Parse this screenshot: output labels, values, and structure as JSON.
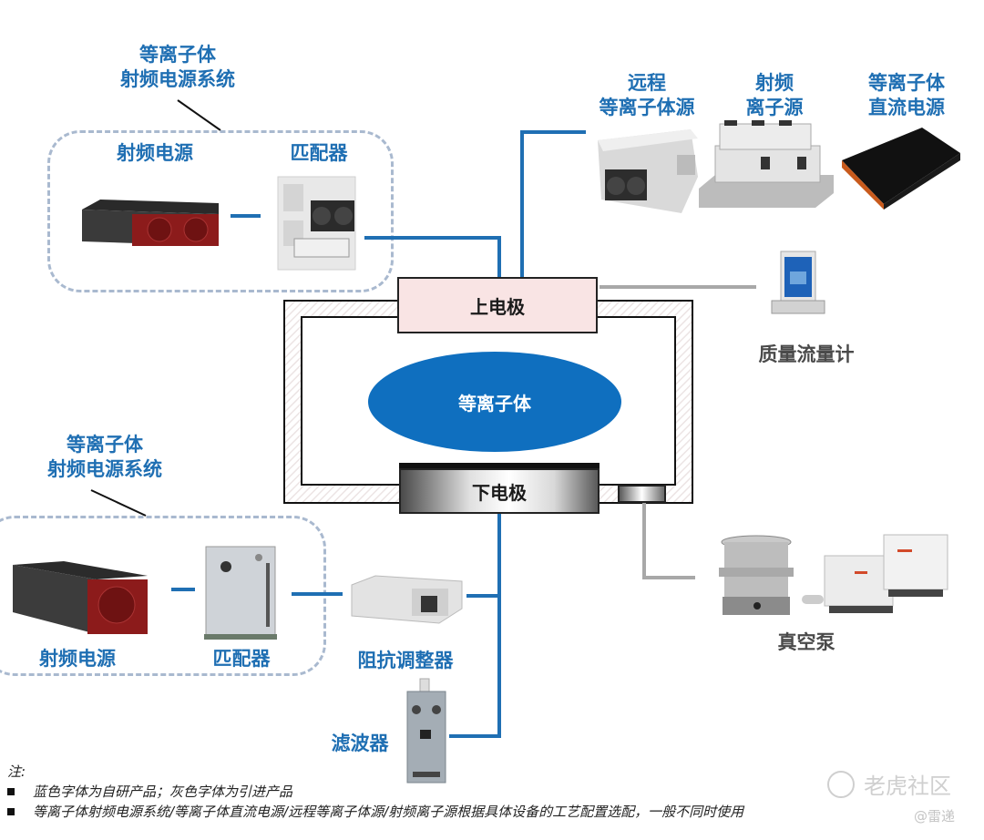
{
  "colors": {
    "self_developed_blue": "#1f6fb3",
    "imported_gray": "#4a4a4a",
    "plasma_fill": "#0f6fbf",
    "upper_electrode_fill": "#f9e4e4",
    "dashed_border": "#a9b9cf"
  },
  "top_rf_system": {
    "group_title_line1": "等离子体",
    "group_title_line2": "射频电源系统",
    "rf_power_label": "射频电源",
    "matcher_label": "匹配器"
  },
  "top_right_sources": {
    "remote_plasma_line1": "远程",
    "remote_plasma_line2": "等离子体源",
    "rf_ion_line1": "射频",
    "rf_ion_line2": "离子源",
    "dc_power_line1": "等离子体",
    "dc_power_line2": "直流电源"
  },
  "chamber": {
    "upper_electrode": "上电极",
    "plasma": "等离子体",
    "lower_electrode": "下电极"
  },
  "mass_flow_meter_label": "质量流量计",
  "vacuum_pump_label": "真空泵",
  "bottom_rf_system": {
    "group_title_line1": "等离子体",
    "group_title_line2": "射频电源系统",
    "rf_power_label": "射频电源",
    "matcher_label": "匹配器",
    "impedance_tuner_label": "阻抗调整器",
    "filter_label": "滤波器"
  },
  "notes": {
    "heading": "注:",
    "items": [
      "蓝色字体为自研产品；灰色字体为引进产品",
      "等离子体射频电源系统/等离子体直流电源/远程等离子体源/射频离子源根据具体设备的工艺配置选配，一般不同时使用"
    ]
  },
  "watermark": {
    "brand": "老虎社区",
    "author": "@雷递"
  }
}
